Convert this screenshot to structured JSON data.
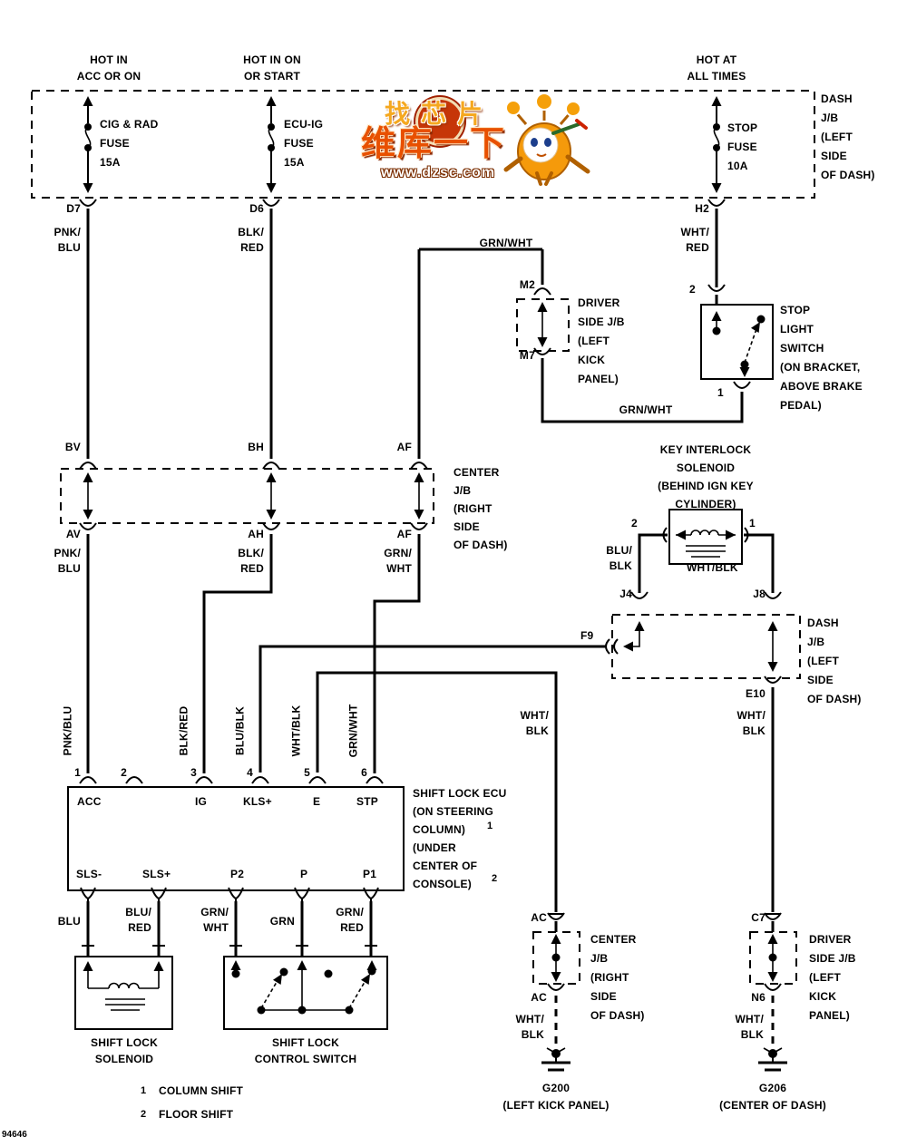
{
  "watermark": {
    "title": "找芯片",
    "brand": "维库一下",
    "url": "www.dzsc.com"
  },
  "corner_code": "94646",
  "feeds": {
    "acc": {
      "hot": "HOT IN\nACC OR ON",
      "fuse": "CIG & RAD\nFUSE\n15A",
      "conn": "D7",
      "wire": "PNK/\nBLU"
    },
    "ig": {
      "hot": "HOT IN ON\nOR START",
      "fuse": "ECU-IG\nFUSE\n15A",
      "conn": "D6",
      "wire": "BLK/\nRED"
    },
    "stop": {
      "hot": "HOT AT\nALL TIMES",
      "fuse": "STOP\nFUSE\n10A",
      "conn": "H2",
      "wire": "WHT/\nRED"
    }
  },
  "dash_jb_top": {
    "label": "DASH\nJ/B\n(LEFT\nSIDE\nOF DASH)"
  },
  "grn_wht_upper": "GRN/WHT",
  "grn_wht_lower": "GRN/WHT",
  "driver_jb_mid": {
    "top": "M2",
    "bottom": "M7",
    "label": "DRIVER\nSIDE J/B\n(LEFT\nKICK\nPANEL)"
  },
  "stop_light_switch": {
    "pin2": "2",
    "pin1": "1",
    "label": "STOP\nLIGHT\nSWITCH\n(ON BRACKET,\nABOVE BRAKE\nPEDAL)"
  },
  "center_jb": {
    "top": [
      "BV",
      "BH",
      "AF"
    ],
    "bottom": [
      "AV",
      "AH",
      "AF"
    ],
    "wires": [
      "PNK/\nBLU",
      "BLK/\nRED",
      "GRN/\nWHT"
    ],
    "label": "CENTER\nJ/B\n(RIGHT\nSIDE\nOF DASH)"
  },
  "key_interlock": {
    "label": "KEY INTERLOCK\nSOLENOID\n(BEHIND IGN KEY\nCYLINDER)",
    "pin2": "2",
    "pin1": "1",
    "wire_left": "BLU/\nBLK",
    "wire_right": "WHT/BLK",
    "j4": "J4",
    "j8": "J8",
    "f9": "F9",
    "e10": "E10",
    "jb_label": "DASH\nJ/B\n(LEFT\nSIDE\nOF DASH)",
    "wire_e10": "WHT/\nBLK"
  },
  "risers": [
    "PNK/BLU",
    "BLK/RED",
    "BLU/BLK",
    "WHT/BLK",
    "GRN/WHT"
  ],
  "wire_e": "WHT/\nBLK",
  "ecu": {
    "pin_nums": [
      "1",
      "2",
      "3",
      "4",
      "5",
      "6"
    ],
    "pins_top": [
      "ACC",
      "IG",
      "KLS+",
      "E",
      "STP"
    ],
    "pins_bottom": [
      "SLS-",
      "SLS+",
      "P2",
      "P",
      "P1"
    ],
    "label": "SHIFT LOCK ECU\n(ON STEERING\nCOLUMN)\n(UNDER\nCENTER OF\nCONSOLE)",
    "ref1": "1",
    "ref2": "2"
  },
  "solenoid": {
    "wire1": "BLU",
    "wire2": "BLU/\nRED",
    "label": "SHIFT LOCK\nSOLENOID"
  },
  "control_switch": {
    "wire1": "GRN/\nWHT",
    "wire2": "GRN",
    "wire3": "GRN/\nRED",
    "label": "SHIFT LOCK\nCONTROL SWITCH"
  },
  "notes": [
    {
      "num": "1",
      "text": "COLUMN SHIFT"
    },
    {
      "num": "2",
      "text": "FLOOR SHIFT"
    }
  ],
  "ground_left": {
    "conn_top": "AC",
    "conn_bottom": "AC",
    "jb_label": "CENTER\nJ/B\n(RIGHT\nSIDE\nOF DASH)",
    "wire": "WHT/\nBLK",
    "name": "G200",
    "loc": "(LEFT KICK PANEL)"
  },
  "ground_right": {
    "conn_top": "C7",
    "conn_bottom": "N6",
    "jb_label": "DRIVER\nSIDE J/B\n(LEFT\nKICK\nPANEL)",
    "wire": "WHT/\nBLK",
    "name": "G206",
    "loc": "(CENTER OF DASH)"
  },
  "colors": {
    "diagram": "#000000",
    "brand_orange": "#e85000",
    "seal_red": "#c63608",
    "gold": "#f5a820",
    "mascot_orange": "#f59a0b"
  }
}
